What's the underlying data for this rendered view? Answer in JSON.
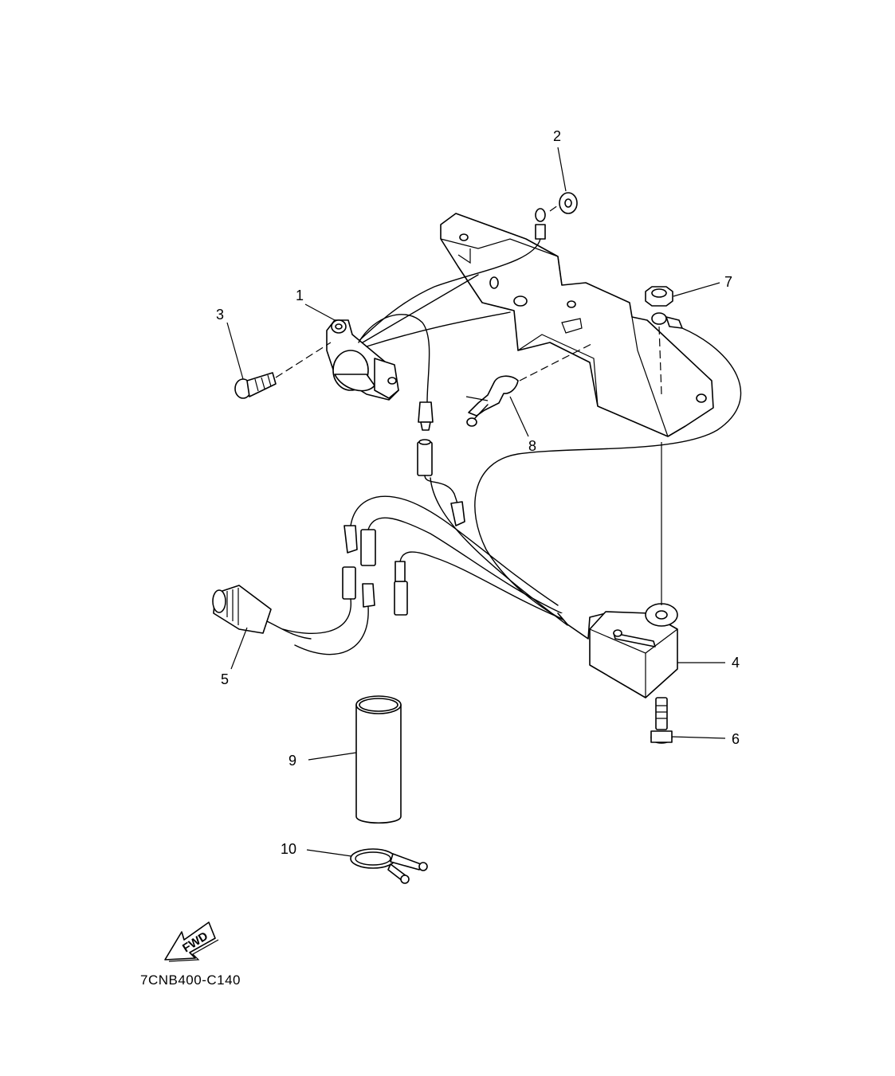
{
  "diagram": {
    "callouts": {
      "c1": "1",
      "c2": "2",
      "c3": "3",
      "c4": "4",
      "c5": "5",
      "c6": "6",
      "c7": "7",
      "c8": "8",
      "c9": "9",
      "c10": "10"
    },
    "fwd_label": "FWD",
    "drawing_code": "7CNB400-C140"
  }
}
